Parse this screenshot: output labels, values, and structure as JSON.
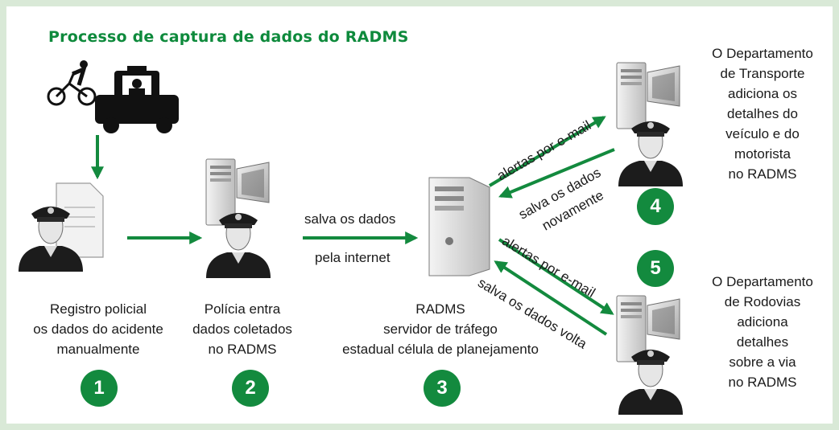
{
  "title": "Processo de captura de dados do RADMS",
  "steps": [
    {
      "number": "1",
      "caption_lines": [
        "Registro policial",
        "os dados do acidente",
        "manualmente"
      ]
    },
    {
      "number": "2",
      "caption_lines": [
        "Polícia entra",
        "dados coletados",
        "no RADMS"
      ]
    },
    {
      "number": "3",
      "caption_lines": [
        "RADMS",
        "servidor de tráfego",
        "estadual célula de planejamento"
      ]
    },
    {
      "number": "4",
      "caption_lines": [
        "O Departamento",
        "de Transporte",
        "adiciona os",
        "detalhes do",
        "veículo e do",
        "motorista",
        "no RADMS"
      ]
    },
    {
      "number": "5",
      "caption_lines": [
        "O Departamento",
        "de Rodovias",
        "adiciona",
        "detalhes",
        "sobre a via",
        "no RADMS"
      ]
    }
  ],
  "arrows": {
    "save_data": "salva os dados",
    "via_internet": "pela internet",
    "alerts_email_top": "alertas por e-mail",
    "save_again_1": "salva os dados",
    "save_again_2": "novamente",
    "alerts_email_bottom": "alertas por e-mail",
    "save_back": "salva os dados volta"
  },
  "colors": {
    "accent": "#138a3e",
    "frame": "#d9e9d7"
  }
}
